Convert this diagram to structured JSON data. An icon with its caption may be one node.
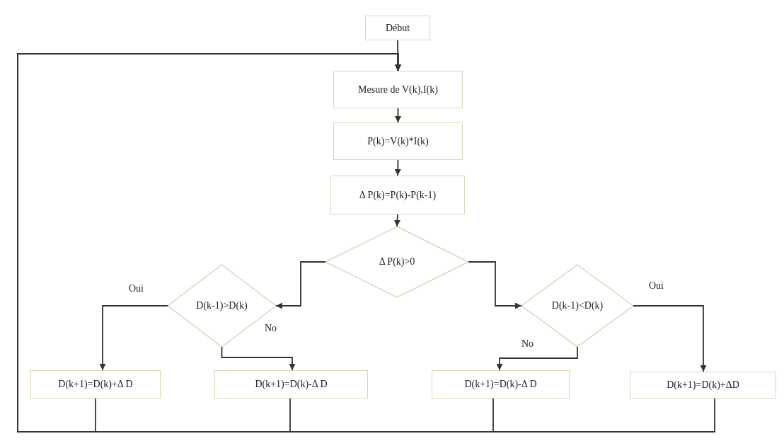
{
  "diagram": {
    "nodes": [
      {
        "text": [
          "Début"
        ]
      },
      {
        "text": [
          "Mesure de V(k),I(k)"
        ]
      },
      {
        "text": [
          "P(k)=V(k)*I(k)"
        ]
      },
      {
        "text": [
          "Δ P(k)=P(k)-P(k-1)"
        ]
      },
      {
        "text": [
          "Δ P(k)>0"
        ]
      },
      {
        "text": [
          "D(k-1)>D(k)"
        ]
      },
      {
        "text": [
          "D(k-1)<D(k)"
        ]
      },
      {
        "text": [
          "D(k+1)=D(k)+Δ D"
        ]
      },
      {
        "text": [
          "D(k+1)=D(k)-Δ D"
        ]
      },
      {
        "text": [
          "D(k+1)=D(k)-Δ D"
        ]
      },
      {
        "text": [
          "D(k+1)=D(k)+ΔD"
        ]
      }
    ],
    "edges": [
      {
        "from": 0,
        "to": 1,
        "arrow": "to"
      },
      {
        "from": 1,
        "to": 2,
        "arrow": "to"
      },
      {
        "from": 2,
        "to": 3,
        "arrow": "to"
      },
      {
        "from": 3,
        "to": 4,
        "arrow": "to"
      },
      {
        "from": 4,
        "to": 5,
        "arrow": "to"
      },
      {
        "from": 4,
        "to": 6,
        "arrow": "to"
      },
      {
        "from": 5,
        "to": 7,
        "arrow": "to",
        "label": "Oui"
      },
      {
        "from": 5,
        "to": 8,
        "arrow": "to",
        "label": "No"
      },
      {
        "from": 6,
        "to": 9,
        "arrow": "to",
        "label": "No"
      },
      {
        "from": 6,
        "to": 10,
        "arrow": "to",
        "label": "Oui"
      },
      {
        "from": 7,
        "to": 1,
        "arrow": "to"
      },
      {
        "from": 8,
        "to": 1,
        "arrow": "to"
      },
      {
        "from": 9,
        "to": 1,
        "arrow": "to"
      },
      {
        "from": 10,
        "to": 1,
        "arrow": "to"
      }
    ]
  }
}
